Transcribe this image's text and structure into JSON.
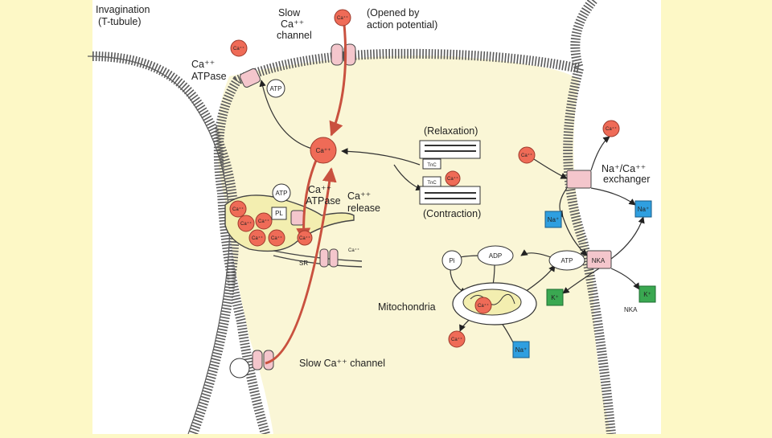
{
  "labels": {
    "invagination": [
      "Invagination",
      "(T-tubule)"
    ],
    "slow_channel_top": [
      "Slow",
      "Ca⁺⁺",
      "channel"
    ],
    "opened_by": [
      "(Opened by",
      "action potential)"
    ],
    "ca_atpase_top": [
      "Ca⁺⁺",
      "ATPase"
    ],
    "relaxation": "(Relaxation)",
    "contraction": "(Contraction)",
    "tnc": "TnC",
    "atp": "ATP",
    "adp": "ADP",
    "pi": "Pi",
    "pl": "PL",
    "ca_atpase_sr": [
      "Ca⁺⁺",
      "ATPase"
    ],
    "ca_release": [
      "Ca⁺⁺",
      "release"
    ],
    "sr": "SR",
    "ca_small": "Ca⁺⁺",
    "ca_ion": "Ca⁺⁺",
    "na_ion": "Na⁺",
    "k_ion": "K⁺",
    "exchanger": [
      "Na⁺/Ca⁺⁺",
      "exchanger"
    ],
    "nka": "NKA",
    "mitochondria": "Mitochondria",
    "slow_channel_bottom": "Slow Ca⁺⁺ channel"
  },
  "colors": {
    "background": "#fdf8c6",
    "figure_bg": "#ffffff",
    "cytoplasm": "#faf6d6",
    "membrane": "#5b5b5b",
    "calcium": "#ef6b57",
    "calcium_arrow": "#e07764",
    "sodium": "#2f9fe0",
    "potassium": "#3aa851",
    "protein": "#f4c6cc",
    "sr_fill": "#f3eeb0"
  }
}
